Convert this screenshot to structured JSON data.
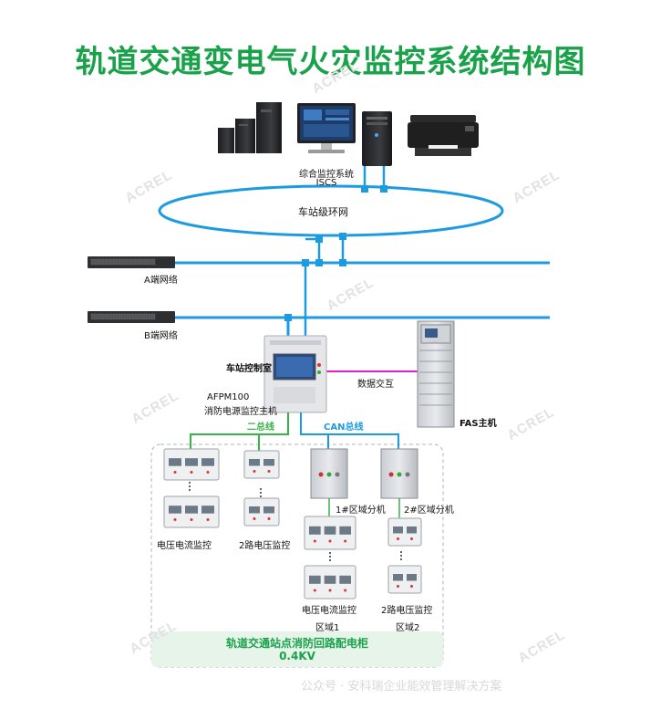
{
  "title": "轨道交通变电气火灾监控系统结构图",
  "iscs_label_1": "综合监控系统",
  "iscs_label_2": "ISCS",
  "ring_label": "车站级环网",
  "network_a": "A端网络",
  "network_b": "B端网络",
  "control_room": "车站控制室",
  "afpm_model": "AFPM100",
  "afpm_name": "消防电源监控主机",
  "data_exchange": "数据交互",
  "fas_host": "FAS主机",
  "bus_two_wire": "二总线",
  "bus_can": "CAN总线",
  "zone1_unit": "1#区域分机",
  "zone2_unit": "2#区域分机",
  "monitor_vc": "电压电流监控",
  "monitor_2v": "2路电压监控",
  "zone1": "区域1",
  "zone2": "区域2",
  "cabinet_title": "轨道交通站点消防回路配电柜",
  "cabinet_voltage": "0.4KV",
  "watermark": "ACREL",
  "footer_text": "公众号 · 安科瑞企业能效管理解决方案",
  "colors": {
    "accent_green": "#1aa24a",
    "network_blue": "#1d9be0",
    "data_magenta": "#e020c8",
    "bus_green": "#37b34a"
  }
}
